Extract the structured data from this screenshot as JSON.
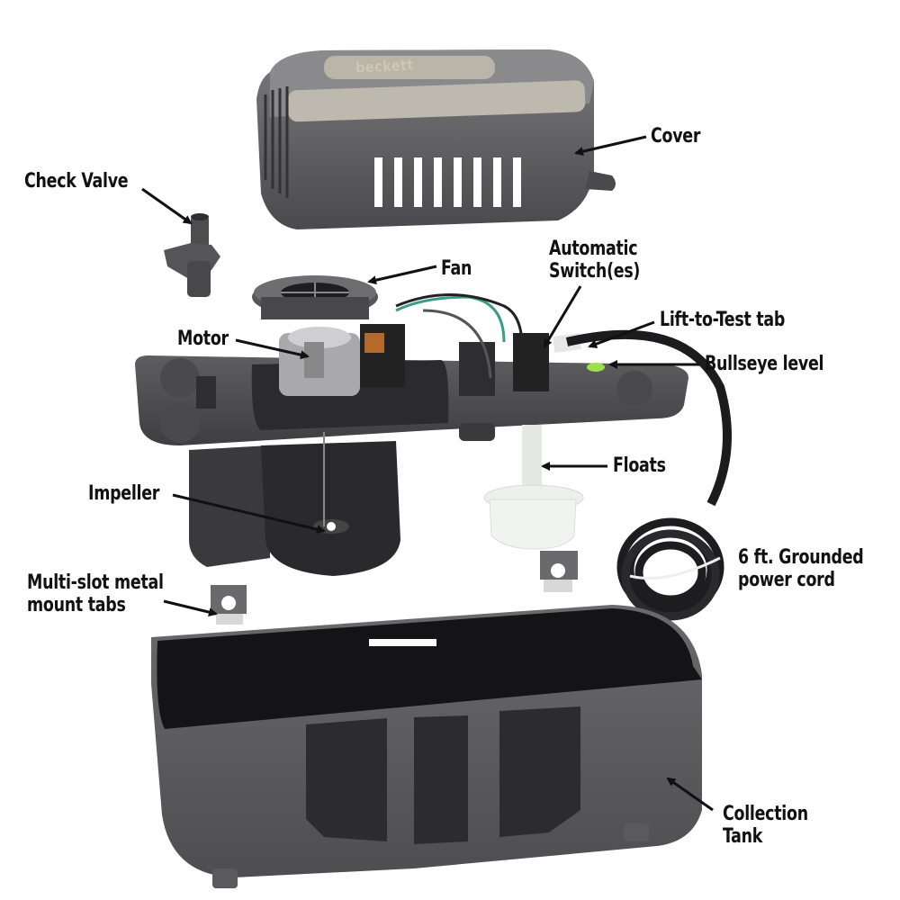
{
  "diagram": {
    "subject": "Condensate pump exploded view",
    "brand_mark": "beckett",
    "callouts": [
      {
        "id": "cover",
        "lines": [
          "Cover"
        ]
      },
      {
        "id": "check-valve",
        "lines": [
          "Check Valve"
        ]
      },
      {
        "id": "automatic-switches",
        "lines": [
          "Automatic",
          "Switch(es)"
        ]
      },
      {
        "id": "fan",
        "lines": [
          "Fan"
        ]
      },
      {
        "id": "lift-to-test-tab",
        "lines": [
          "Lift-to-Test tab"
        ]
      },
      {
        "id": "motor",
        "lines": [
          "Motor"
        ]
      },
      {
        "id": "bullseye-level",
        "lines": [
          "Bullseye level"
        ]
      },
      {
        "id": "floats",
        "lines": [
          "Floats"
        ]
      },
      {
        "id": "impeller",
        "lines": [
          "Impeller"
        ]
      },
      {
        "id": "mount-tabs",
        "lines": [
          "Multi-slot metal",
          "mount tabs"
        ]
      },
      {
        "id": "power-cord",
        "lines": [
          "6 ft. Grounded",
          "power cord"
        ]
      },
      {
        "id": "collection-tank",
        "lines": [
          "Collection",
          "Tank"
        ]
      }
    ],
    "colors": {
      "background": "#ffffff",
      "plastic_dark": "#3a3a3c",
      "plastic_mid": "#5b5b5e",
      "plastic_light": "#77777a",
      "label_text": "#111111",
      "arrow": "#111111",
      "level_green": "#9be04a",
      "float_white": "#eef0ee",
      "wire_green": "#3a9d87"
    }
  }
}
